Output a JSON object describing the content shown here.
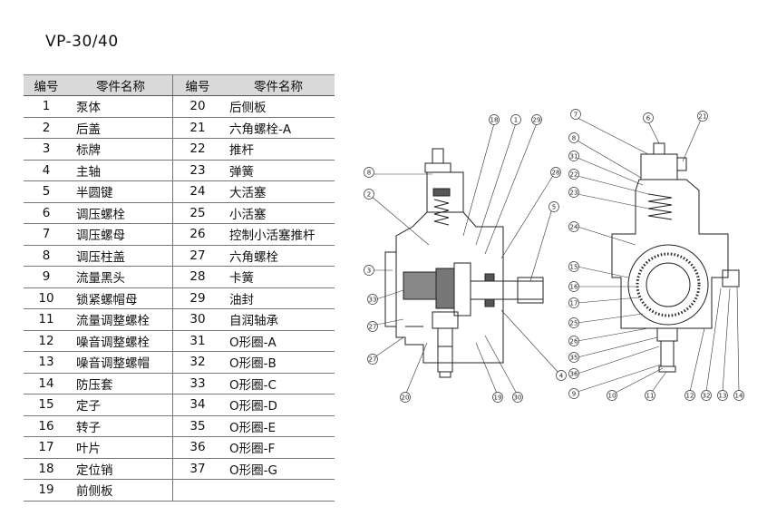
{
  "title": "VP-30/40",
  "table": {
    "headers": [
      "编号",
      "零件名称",
      "编号",
      "零件名称"
    ],
    "left": [
      {
        "no": "1",
        "name": "泵体"
      },
      {
        "no": "2",
        "name": "后盖"
      },
      {
        "no": "3",
        "name": "标牌"
      },
      {
        "no": "4",
        "name": "主轴"
      },
      {
        "no": "5",
        "name": "半圆键"
      },
      {
        "no": "6",
        "name": "调压螺栓"
      },
      {
        "no": "7",
        "name": "调压螺母"
      },
      {
        "no": "8",
        "name": "调压柱盖"
      },
      {
        "no": "9",
        "name": "流量黑头"
      },
      {
        "no": "10",
        "name": "锁紧螺帽母"
      },
      {
        "no": "11",
        "name": "流量调整螺栓"
      },
      {
        "no": "12",
        "name": "噪音调整螺栓"
      },
      {
        "no": "13",
        "name": "噪音调整螺帽"
      },
      {
        "no": "14",
        "name": "防压套"
      },
      {
        "no": "15",
        "name": "定子"
      },
      {
        "no": "16",
        "name": "转子"
      },
      {
        "no": "17",
        "name": "叶片"
      },
      {
        "no": "18",
        "name": "定位销"
      },
      {
        "no": "19",
        "name": "前侧板"
      }
    ],
    "right": [
      {
        "no": "20",
        "name": "后侧板"
      },
      {
        "no": "21",
        "name": "六角螺栓-A"
      },
      {
        "no": "22",
        "name": "推杆"
      },
      {
        "no": "23",
        "name": "弹簧"
      },
      {
        "no": "24",
        "name": "大活塞"
      },
      {
        "no": "25",
        "name": "小活塞"
      },
      {
        "no": "26",
        "name": "控制小活塞推杆"
      },
      {
        "no": "27",
        "name": "六角螺栓"
      },
      {
        "no": "28",
        "name": "卡簧"
      },
      {
        "no": "29",
        "name": "油封"
      },
      {
        "no": "30",
        "name": "自润轴承"
      },
      {
        "no": "31",
        "name": "O形圈-A"
      },
      {
        "no": "32",
        "name": "O形圈-B"
      },
      {
        "no": "33",
        "name": "O形圈-C"
      },
      {
        "no": "34",
        "name": "O形圈-D"
      },
      {
        "no": "35",
        "name": "O形圈-E"
      },
      {
        "no": "36",
        "name": "O形圈-F"
      },
      {
        "no": "37",
        "name": "O形圈-G"
      },
      {
        "no": "",
        "name": ""
      }
    ]
  },
  "diagram_labels": {
    "left_view": [
      "18",
      "1",
      "29",
      "28",
      "5",
      "4",
      "30",
      "19",
      "20",
      "27",
      "27",
      "33",
      "3",
      "2",
      "8"
    ],
    "right_view": [
      "7",
      "6",
      "21",
      "8",
      "31",
      "22",
      "23",
      "24",
      "15",
      "16",
      "17",
      "25",
      "26",
      "35",
      "36",
      "9",
      "10",
      "11",
      "12",
      "32",
      "13",
      "14"
    ]
  }
}
